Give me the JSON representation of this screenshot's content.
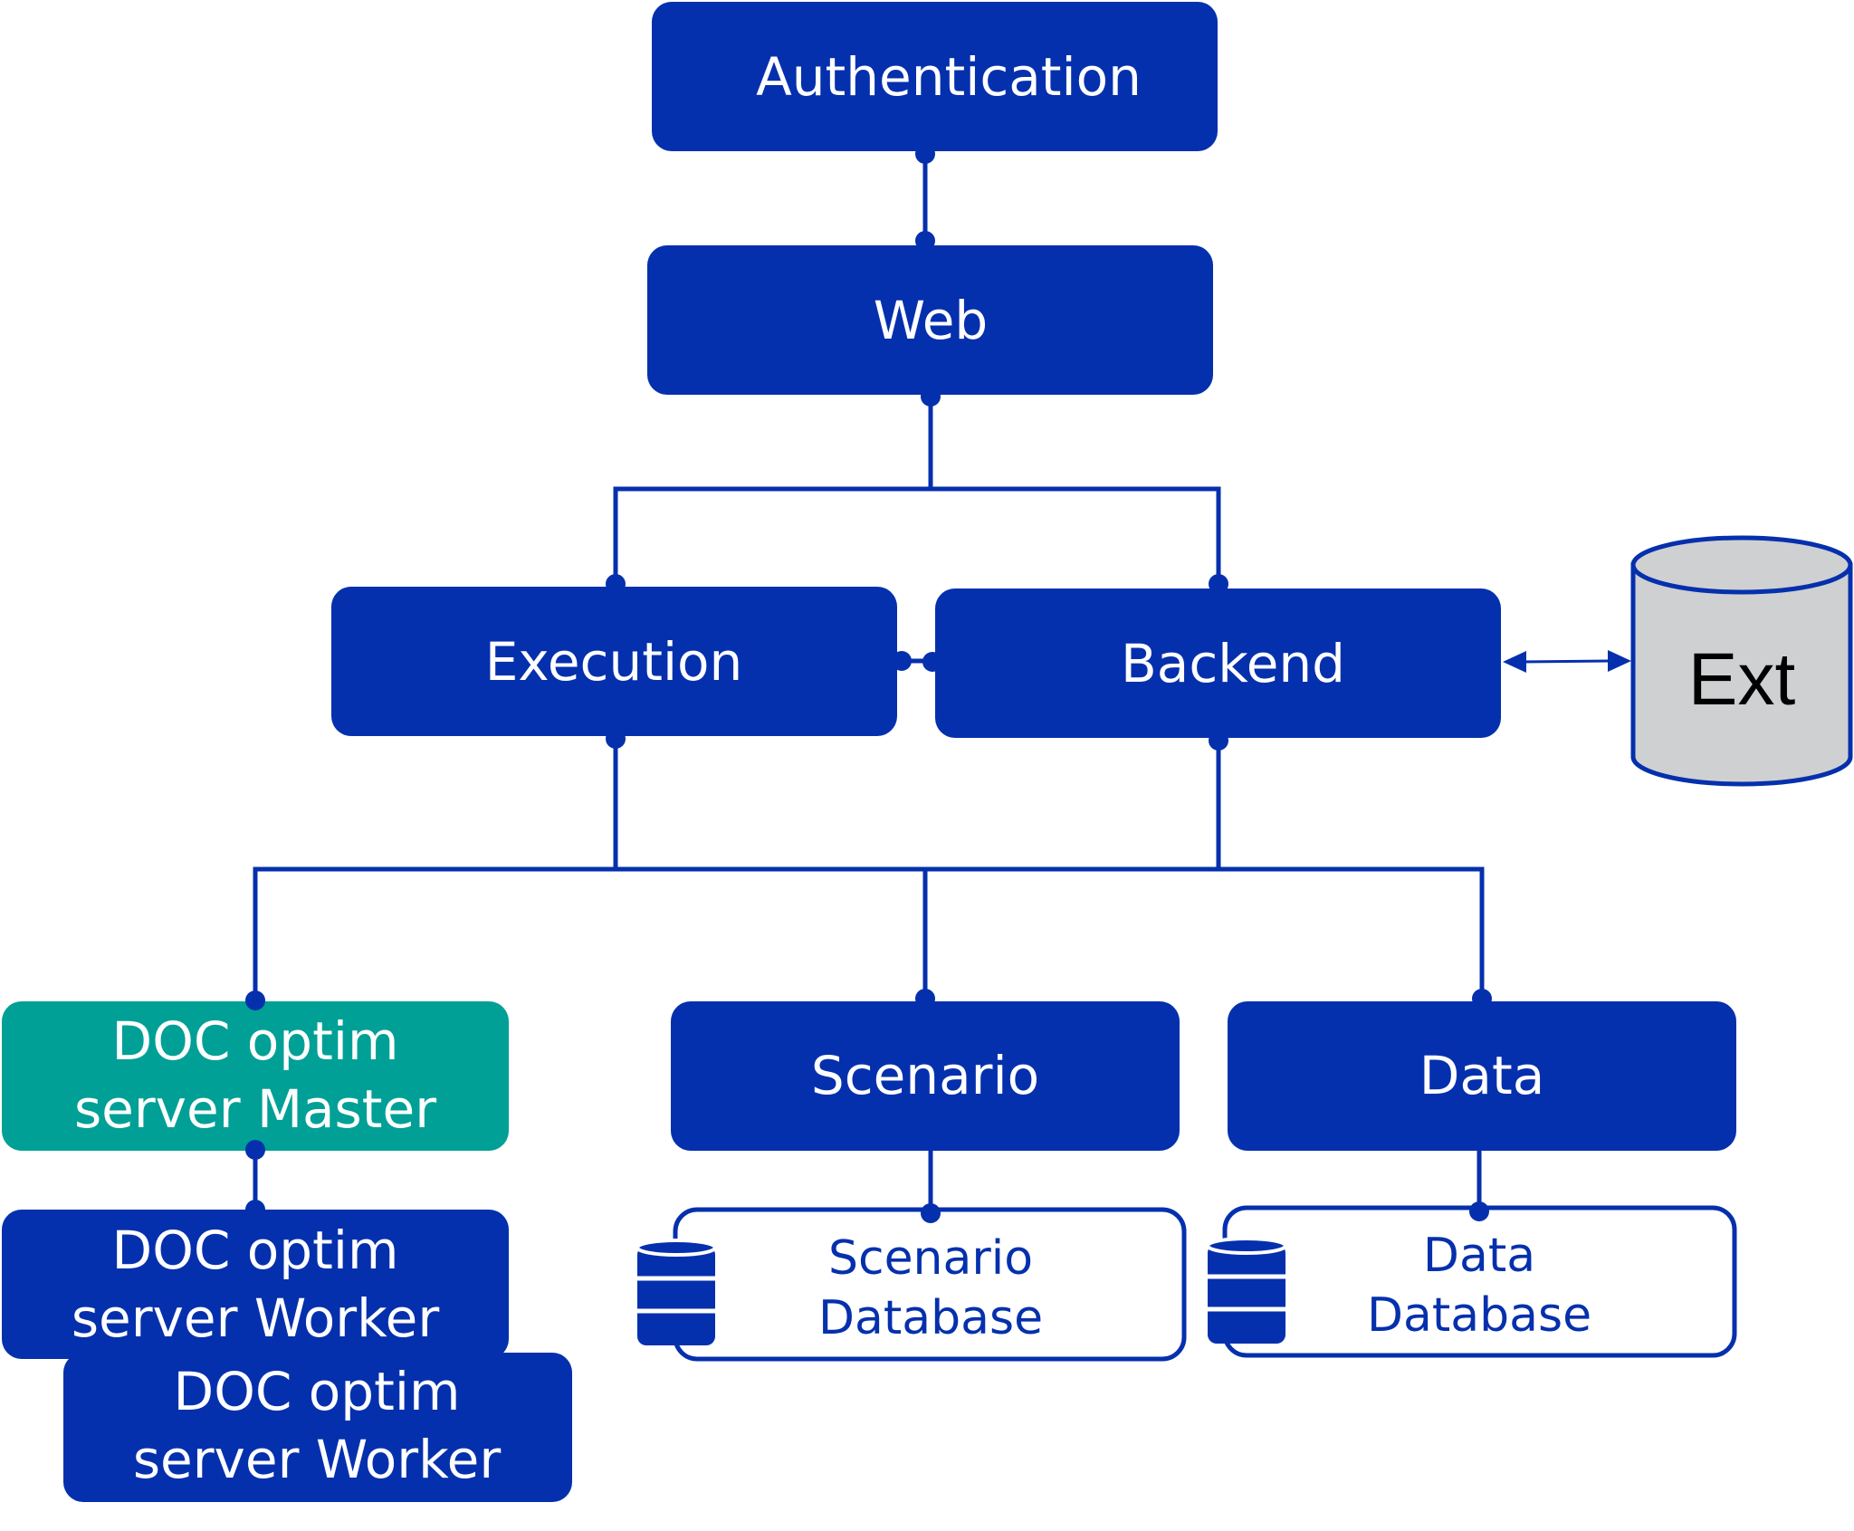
{
  "colors": {
    "service": "#0530ad",
    "master": "#00a096",
    "external": "#cfd0d2",
    "line": "#0530ad",
    "background": "#ffffff"
  },
  "nodes": {
    "authentication": "Authentication",
    "web": "Web",
    "execution": "Execution",
    "backend": "Backend",
    "ext": "Ext",
    "master_line1": "DOC optim",
    "master_line2": "server Master",
    "worker1_line1": "DOC optim",
    "worker1_line2": "server Worker",
    "worker2_line1": "DOC optim",
    "worker2_line2": "server Worker",
    "scenario": "Scenario",
    "data": "Data",
    "scenario_db_line1": "Scenario",
    "scenario_db_line2": "Database",
    "data_db_line1": "Data",
    "data_db_line2": "Database"
  },
  "icons": {
    "database": "database-icon",
    "external_store": "cylinder-icon"
  }
}
